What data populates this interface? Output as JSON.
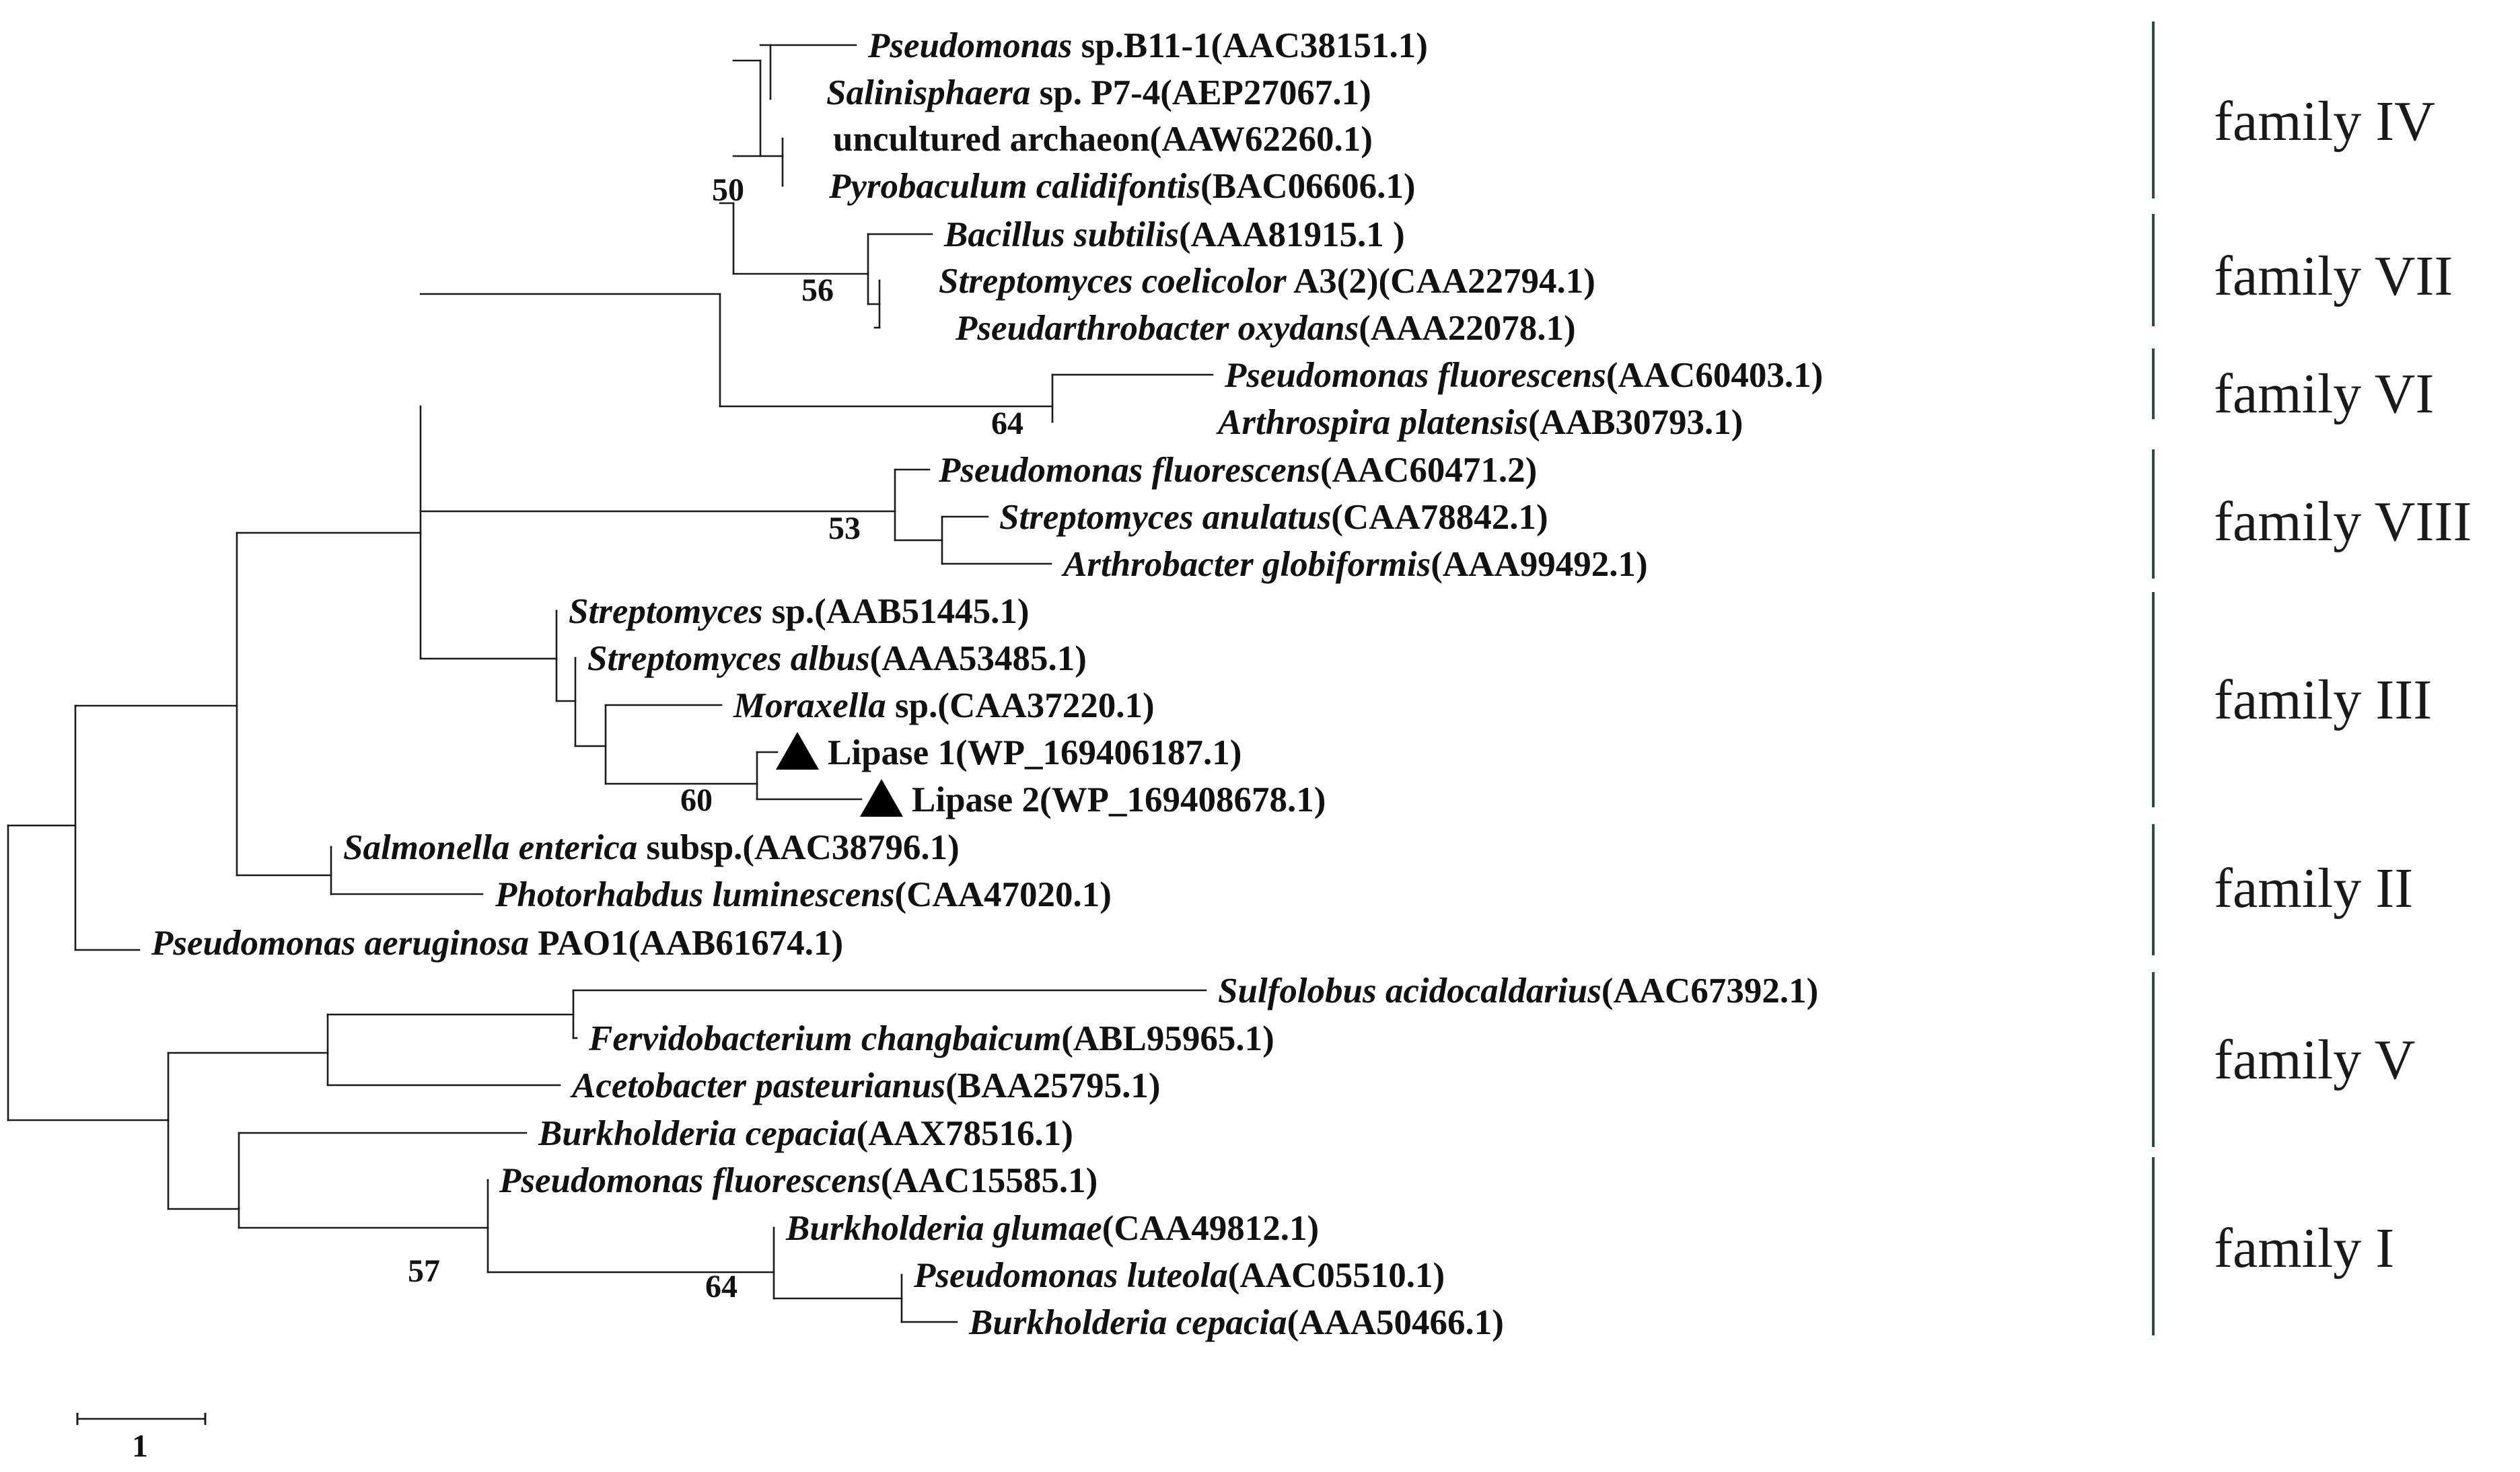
{
  "leaves": [
    {
      "id": "l1",
      "parts": [
        {
          "t": "Pseudomonas",
          "i": true
        },
        {
          "t": " sp.B11-1(AAC38151.1)",
          "i": false
        }
      ]
    },
    {
      "id": "l2",
      "parts": [
        {
          "t": "Salinisphaera",
          "i": true
        },
        {
          "t": " sp. P7-4(AEP27067.1)",
          "i": false
        }
      ]
    },
    {
      "id": "l3",
      "parts": [
        {
          "t": "uncultured archaeon(AAW62260.1)",
          "i": false
        }
      ]
    },
    {
      "id": "l4",
      "parts": [
        {
          "t": "Pyrobaculum calidifontis",
          "i": true
        },
        {
          "t": "(BAC06606.1)",
          "i": false
        }
      ]
    },
    {
      "id": "l5",
      "parts": [
        {
          "t": "Bacillus subtilis",
          "i": true
        },
        {
          "t": "(AAA81915.1 )",
          "i": false
        }
      ]
    },
    {
      "id": "l6",
      "parts": [
        {
          "t": "Streptomyces coelicolor",
          "i": true
        },
        {
          "t": " A3(2)(CAA22794.1)",
          "i": false
        }
      ]
    },
    {
      "id": "l7",
      "parts": [
        {
          "t": "Pseudarthrobacter oxydans",
          "i": true
        },
        {
          "t": "(AAA22078.1)",
          "i": false
        }
      ]
    },
    {
      "id": "l8",
      "parts": [
        {
          "t": "Pseudomonas fluorescens",
          "i": true
        },
        {
          "t": "(AAC60403.1)",
          "i": false
        }
      ]
    },
    {
      "id": "l9",
      "parts": [
        {
          "t": "Arthrospira platensis",
          "i": true
        },
        {
          "t": "(AAB30793.1)",
          "i": false
        }
      ]
    },
    {
      "id": "l10",
      "parts": [
        {
          "t": "Pseudomonas fluorescens",
          "i": true
        },
        {
          "t": "(AAC60471.2)",
          "i": false
        }
      ]
    },
    {
      "id": "l11",
      "parts": [
        {
          "t": "Streptomyces anulatus",
          "i": true
        },
        {
          "t": "(CAA78842.1)",
          "i": false
        }
      ]
    },
    {
      "id": "l12",
      "parts": [
        {
          "t": "Arthrobacter globiformis",
          "i": true
        },
        {
          "t": "(AAA99492.1)",
          "i": false
        }
      ]
    },
    {
      "id": "l13",
      "parts": [
        {
          "t": "Streptomyces",
          "i": true
        },
        {
          "t": " sp.(AAB51445.1)",
          "i": false
        }
      ]
    },
    {
      "id": "l14",
      "parts": [
        {
          "t": "Streptomyces albus",
          "i": true
        },
        {
          "t": "(AAA53485.1)",
          "i": false
        }
      ]
    },
    {
      "id": "l15",
      "parts": [
        {
          "t": "Moraxella",
          "i": true
        },
        {
          "t": " sp.(CAA37220.1)",
          "i": false
        }
      ]
    },
    {
      "id": "l16",
      "marker": true,
      "parts": [
        {
          "t": "Lipase  1(WP_169406187.1)",
          "i": false
        }
      ]
    },
    {
      "id": "l17",
      "marker": true,
      "parts": [
        {
          "t": "Lipase  2(WP_169408678.1)",
          "i": false
        }
      ]
    },
    {
      "id": "l18",
      "parts": [
        {
          "t": "Salmonella enterica",
          "i": true
        },
        {
          "t": " subsp.(AAC38796.1)",
          "i": false
        }
      ]
    },
    {
      "id": "l19",
      "parts": [
        {
          "t": "Photorhabdus luminescens",
          "i": true
        },
        {
          "t": "(CAA47020.1)",
          "i": false
        }
      ]
    },
    {
      "id": "l20",
      "parts": [
        {
          "t": "Pseudomonas aeruginosa",
          "i": true
        },
        {
          "t": " PAO1(AAB61674.1)",
          "i": false
        }
      ]
    },
    {
      "id": "l21",
      "parts": [
        {
          "t": "Sulfolobus acidocaldarius",
          "i": true
        },
        {
          "t": "(AAC67392.1)",
          "i": false
        }
      ]
    },
    {
      "id": "l22",
      "parts": [
        {
          "t": "Fervidobacterium changbaicum",
          "i": true
        },
        {
          "t": "(ABL95965.1)",
          "i": false
        }
      ]
    },
    {
      "id": "l23",
      "parts": [
        {
          "t": "Acetobacter pasteurianus",
          "i": true
        },
        {
          "t": "(BAA25795.1)",
          "i": false
        }
      ]
    },
    {
      "id": "l24",
      "parts": [
        {
          "t": "Burkholderia cepacia",
          "i": true
        },
        {
          "t": "(AAX78516.1)",
          "i": false
        }
      ]
    },
    {
      "id": "l25",
      "parts": [
        {
          "t": "Pseudomonas fluorescens",
          "i": true
        },
        {
          "t": "(AAC15585.1)",
          "i": false
        }
      ]
    },
    {
      "id": "l26",
      "parts": [
        {
          "t": "Burkholderia glumae",
          "i": true
        },
        {
          "t": "(CAA49812.1)",
          "i": false
        }
      ]
    },
    {
      "id": "l27",
      "parts": [
        {
          "t": "Pseudomonas luteola",
          "i": true
        },
        {
          "t": "(AAC05510.1)",
          "i": false
        }
      ]
    },
    {
      "id": "l28",
      "parts": [
        {
          "t": "Burkholderia cepacia",
          "i": true
        },
        {
          "t": "(AAA50466.1)",
          "i": false
        }
      ]
    }
  ],
  "bootstrap": [
    "50",
    "56",
    "64",
    "53",
    "60",
    "57",
    "64"
  ],
  "families": [
    "family IV",
    "family VII",
    "family VI",
    "family VIII",
    "family III",
    "family II",
    "family V",
    "family I"
  ],
  "scale_bar": {
    "label": "1"
  },
  "colors": {
    "branch": "#1a1a1a",
    "text": "#111111",
    "family_bar": "#2d4a4a"
  }
}
